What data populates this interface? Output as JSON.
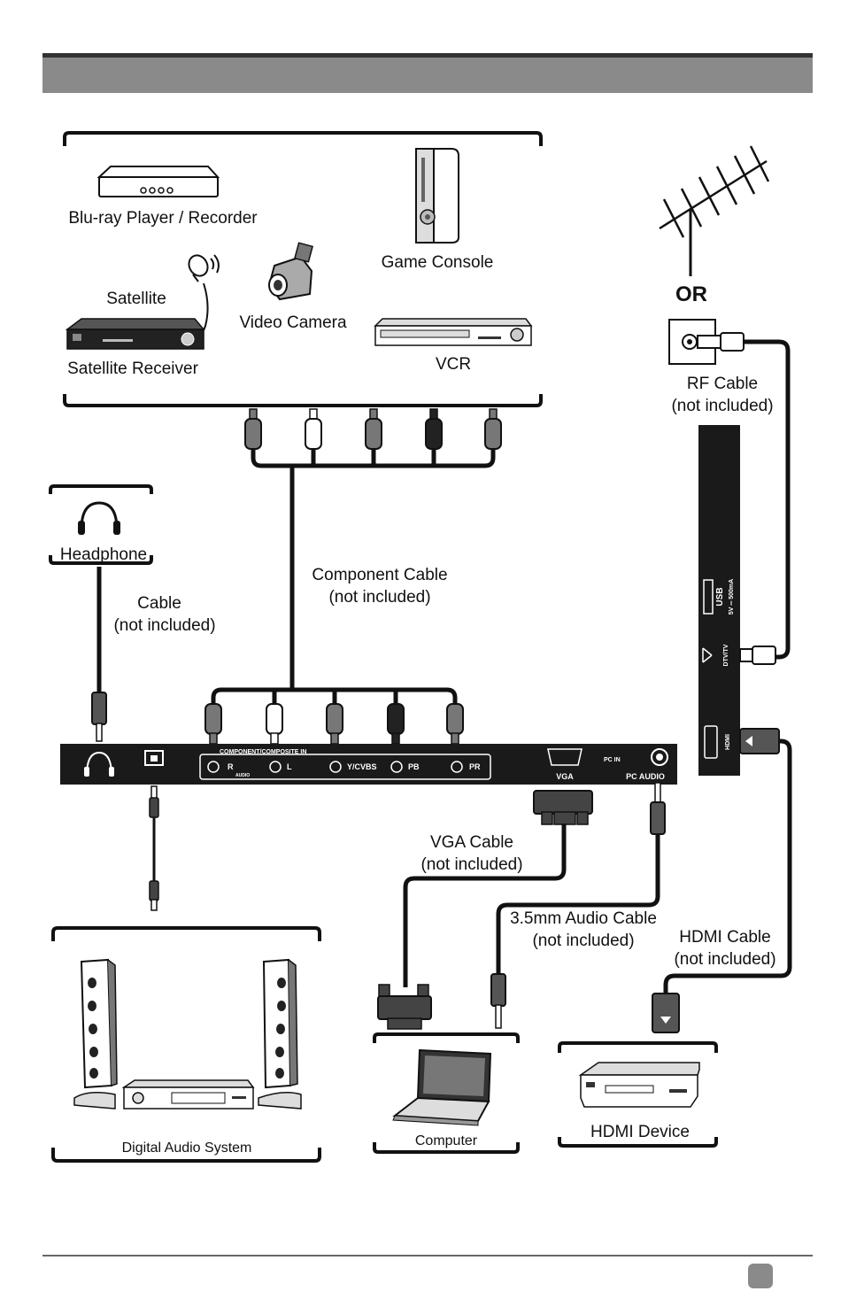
{
  "header": {
    "title": ""
  },
  "devices": {
    "bluray": "Blu-ray Player / Recorder",
    "game_console": "Game Console",
    "satellite": "Satellite",
    "video_camera": "Video Camera",
    "satellite_receiver": "Satellite Receiver",
    "vcr": "VCR",
    "headphone": "Headphone",
    "digital_audio": "Digital Audio System",
    "computer": "Computer",
    "hdmi_device": "HDMI Device",
    "or_label": "OR"
  },
  "cables": {
    "rf": [
      "RF Cable",
      "(not included)"
    ],
    "component": [
      "Component Cable",
      "(not included)"
    ],
    "headphone": [
      "Cable",
      "(not included)"
    ],
    "vga": [
      "VGA Cable",
      "(not included)"
    ],
    "audio35": [
      "3.5mm Audio Cable",
      "(not included)"
    ],
    "hdmi": [
      "HDMI Cable",
      "(not included)"
    ]
  },
  "panel": {
    "component_title": "COMPONENT/COMPOSITE IN",
    "audio_small": "AUDIO",
    "ports": [
      "R",
      "L",
      "Y/CVBS",
      "PB",
      "PR"
    ],
    "pc_in": "PC IN",
    "vga": "VGA",
    "pc_audio": "PC  AUDIO"
  },
  "side_panel": {
    "usb": "USB",
    "usb_spec": "5V ═ 500mA",
    "dtv": "DTV/TV",
    "hdmi": "HDMI"
  },
  "footer": {
    "page_number": ""
  }
}
